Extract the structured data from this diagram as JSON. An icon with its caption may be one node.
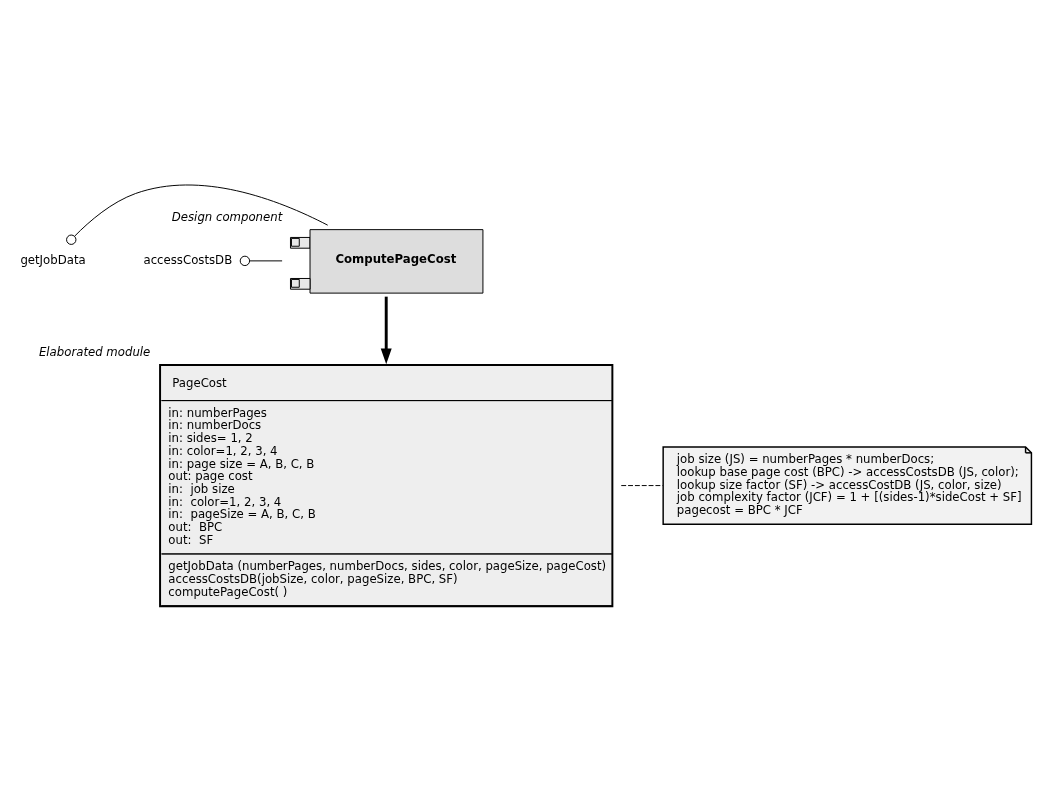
{
  "diagram": {
    "nodes": [
      {
        "text": [
          "ComputePageCost"
        ],
        "beside": [
          "Design component"
        ]
      },
      {
        "text": [
          "getJobData"
        ]
      },
      {
        "text": [
          "accessCostsDB"
        ]
      },
      {
        "text": [
          "PageCost",
          "in: numberPages",
          "in: numberDocs",
          "in: sides= 1, 2",
          "in: color=1, 2, 3, 4",
          "in: page size = A, B, C, B",
          "out: page cost",
          "in:  job size",
          "in:  color=1, 2, 3, 4",
          "in:  pageSize = A, B, C, B",
          "out:  BPC",
          "out:  SF",
          "getJobData (numberPages, numberDocs, sides, color, pageSize, pageCost)",
          "accessCostsDB(jobSize, color, pageSize, BPC, SF)",
          "computePageCost( )"
        ],
        "beside": [
          "Elaborated module"
        ]
      },
      {
        "text": [
          "job size (JS) = numberPages * numberDocs;",
          "lookup base page cost (BPC) -> accessCostsDB (JS, color);",
          "lookup size factor (SF) -> accessCostDB (JS, color, size)",
          "job complexity factor (JCF) = 1 + [(sides-1)*sideCost + SF]",
          "pagecost = BPC * JCF"
        ]
      }
    ],
    "edges": [
      {
        "from": 1,
        "to": 0,
        "arrow": "other"
      },
      {
        "from": 2,
        "to": 0,
        "arrow": "other"
      },
      {
        "from": 0,
        "to": 3,
        "arrow": "to",
        "style": "thick"
      },
      {
        "from": 3,
        "to": 4,
        "arrow": "none",
        "style": "dashed"
      }
    ]
  }
}
